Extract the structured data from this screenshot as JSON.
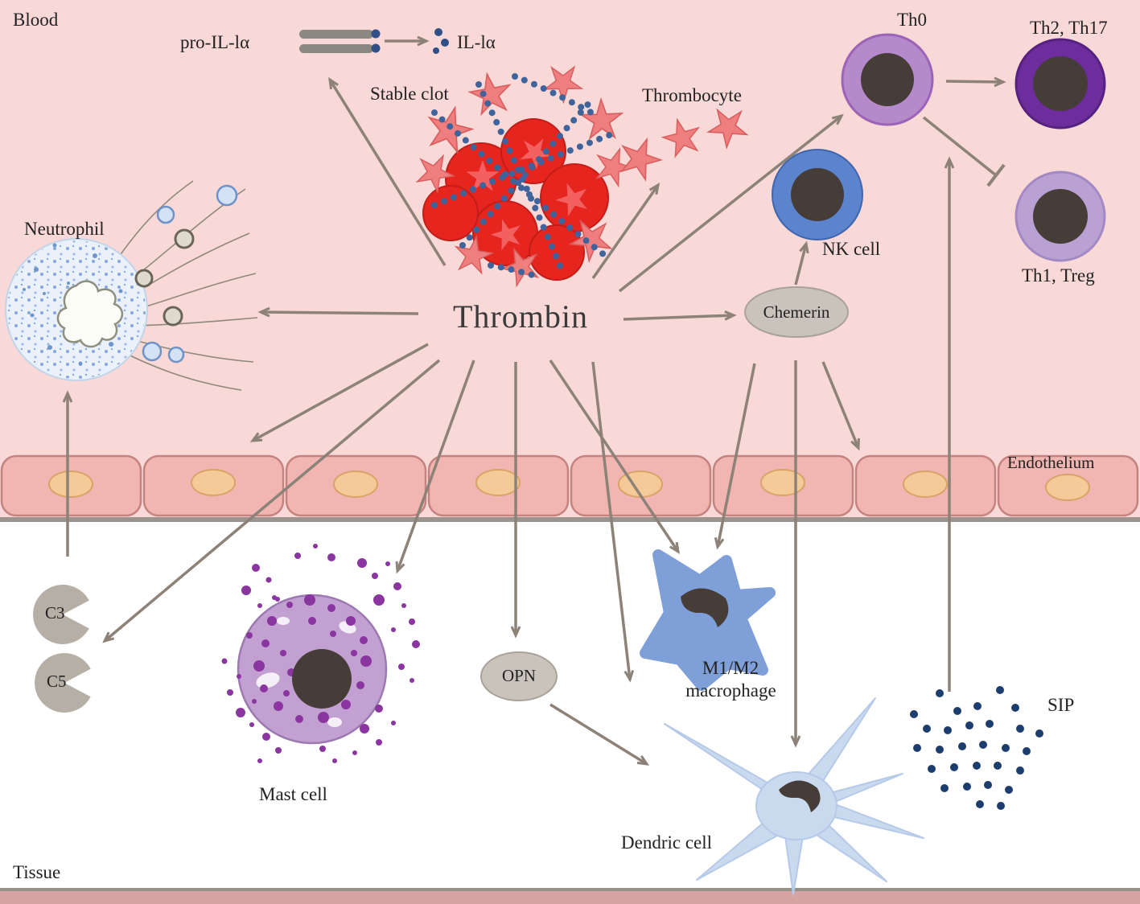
{
  "regions": {
    "blood": "Blood",
    "tissue": "Tissue",
    "endothelium": "Endothelium"
  },
  "nodes": {
    "thrombin": "Thrombin",
    "pro_il1a": "pro-IL-lα",
    "il1a": "IL-lα",
    "stable_clot": "Stable clot",
    "thrombocyte": "Thrombocyte",
    "neutrophil": "Neutrophil",
    "chemerin": "Chemerin",
    "nk_cell": "NK cell",
    "th0": "Th0",
    "th2_th17": "Th2, Th17",
    "th1_treg": "Th1, Treg",
    "c3": "C3",
    "c5": "C5",
    "mast_cell": "Mast cell",
    "opn": "OPN",
    "macrophage_line1": "M1/M2",
    "macrophage_line2": "macrophage",
    "dendric_cell": "Dendric cell",
    "sip": "SIP"
  },
  "edges": [
    {
      "from": "thrombin",
      "to": "stable_clot",
      "type": "arrow"
    },
    {
      "from": "thrombin",
      "to": "thrombocyte",
      "type": "arrow"
    },
    {
      "from": "thrombin",
      "to": "neutrophil",
      "type": "arrow"
    },
    {
      "from": "thrombin",
      "to": "chemerin",
      "type": "arrow"
    },
    {
      "from": "thrombin",
      "to": "th0",
      "type": "arrow"
    },
    {
      "from": "thrombin",
      "to": "endothelium",
      "type": "arrow"
    },
    {
      "from": "thrombin",
      "to": "c3_c5",
      "type": "arrow"
    },
    {
      "from": "thrombin",
      "to": "mast_cell",
      "type": "arrow"
    },
    {
      "from": "thrombin",
      "to": "opn",
      "type": "arrow"
    },
    {
      "from": "thrombin",
      "to": "macrophage",
      "type": "arrow"
    },
    {
      "from": "thrombin",
      "to": "dendric_cell",
      "type": "arrow"
    },
    {
      "from": "chemerin",
      "to": "nk_cell",
      "type": "arrow"
    },
    {
      "from": "chemerin",
      "to": "dendric_cell",
      "type": "arrow"
    },
    {
      "from": "chemerin",
      "to": "endothelium",
      "type": "arrow"
    },
    {
      "from": "chemerin",
      "to": "macrophage",
      "type": "arrow"
    },
    {
      "from": "th0",
      "to": "th2_th17",
      "type": "arrow"
    },
    {
      "from": "th0",
      "to": "th1_treg",
      "type": "inhibit"
    },
    {
      "from": "sip",
      "to": "th0",
      "type": "arrow"
    },
    {
      "from": "c3_c5",
      "to": "neutrophil",
      "type": "arrow"
    },
    {
      "from": "opn",
      "to": "dendric_cell",
      "type": "arrow"
    },
    {
      "from": "pro_il1a",
      "to": "il1a",
      "type": "arrow"
    }
  ],
  "colors": {
    "blood_bg": "#f8d9d8",
    "tissue_bg": "#ffffff",
    "arrow": "#8d8278",
    "endothelium_cell": "#f1b5b2",
    "endothelium_border": "#c5837f",
    "endothelium_nucleus": "#f4ca98",
    "rbc_red": "#e6251f",
    "thrombocyte_salmon": "#ef7e7e",
    "fibrin_blue": "#3f639b",
    "neutrophil_fill": "#eaf1fa",
    "nk_blue": "#5b84cc",
    "th0_purple": "#b48acb",
    "th2_purple": "#6d2d9c",
    "th1_purple": "#b9a1d3",
    "cell_nucleus_dark": "#463c38",
    "mast_purple": "#c2a1d2",
    "mast_granule": "#8a35a0",
    "macrophage_blue": "#7f9fd8",
    "dendritic_blue": "#c9d9ee",
    "sip_navy": "#1d3d6e",
    "gray_ellipse": "#c9c3bc"
  }
}
